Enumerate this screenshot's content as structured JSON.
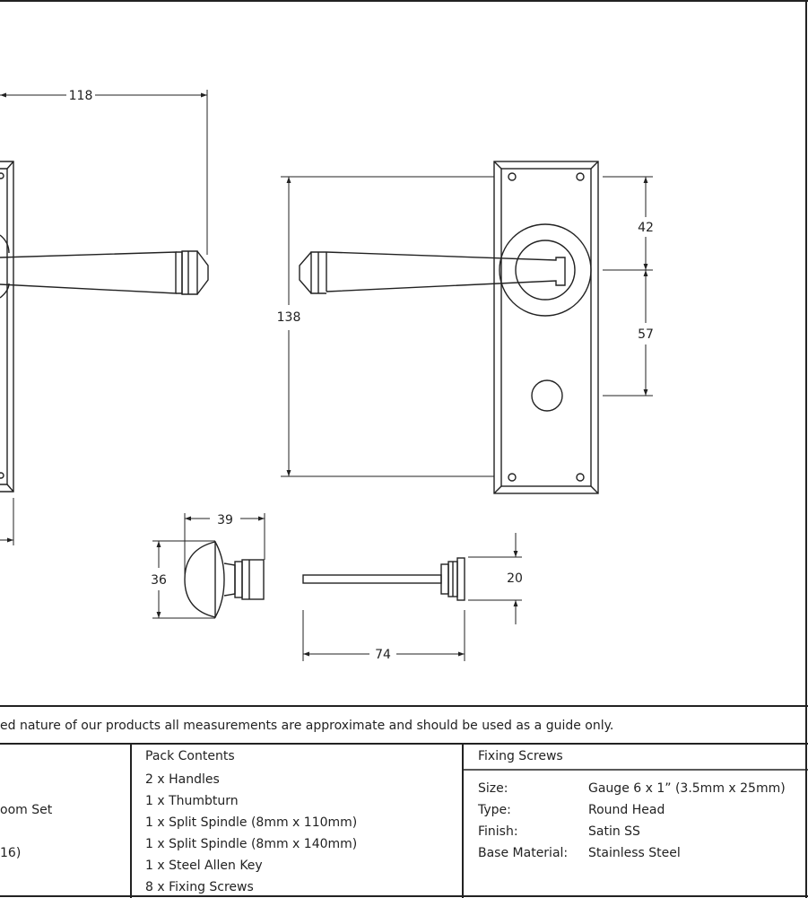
{
  "dimensions": {
    "overall_length": "118",
    "backplate_height": "138",
    "top_to_spindle": "42",
    "spindle_to_turn": "57",
    "thumbturn_projection": "39",
    "thumbturn_height": "36",
    "release_height": "20",
    "spindle_length": "74"
  },
  "note": "ed nature of our products all measurements are approximate and should be used as a guide only.",
  "product_table": {
    "left_partial": [
      "oom Set",
      "16)"
    ],
    "pack_header": "Pack Contents",
    "pack_items": [
      "2 x Handles",
      "1 x Thumbturn",
      "1 x Split Spindle (8mm x 110mm)",
      "1 x Split Spindle (8mm x 140mm)",
      "1 x Steel Allen Key",
      "8 x Fixing Screws"
    ],
    "screws_header": "Fixing Screws",
    "screws_rows": [
      {
        "label": "Size:",
        "value": "Gauge 6 x 1” (3.5mm x 25mm)"
      },
      {
        "label": "Type:",
        "value": "Round Head"
      },
      {
        "label": "Finish:",
        "value": "Satin SS"
      },
      {
        "label": "Base Material:",
        "value": "Stainless Steel"
      }
    ]
  }
}
